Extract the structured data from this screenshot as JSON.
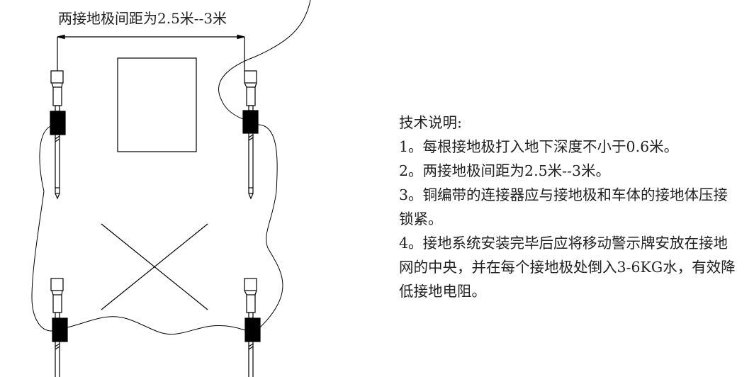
{
  "diagram": {
    "dimension_label": "两接地极间距为2.5米--3米",
    "stroke_color": "#000000"
  },
  "notes": {
    "title": "技术说明:",
    "lines": [
      "1。每根接地极打入地下深度不小于0.6米。",
      "2。两接地极间距为2.5米--3米。",
      "3。铜编带的连接器应与接地极和车体的接地体压接",
      "锁紧。",
      "4。接地系统安装完毕后应将移动警示牌安放在接地",
      "网的中央，并在每个接地极处倒入3-6KG水，有效降",
      "低接地电阻。"
    ]
  }
}
